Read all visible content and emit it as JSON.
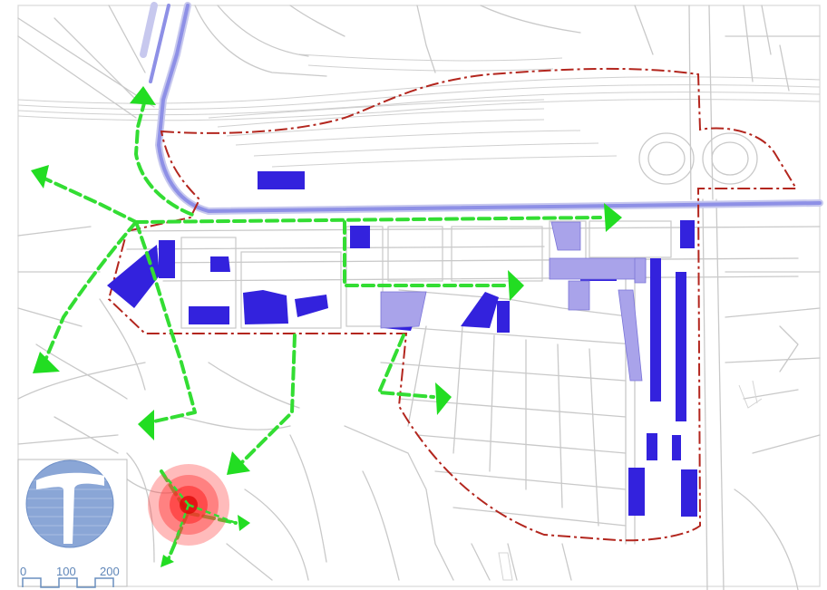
{
  "map": {
    "scale_bar": {
      "ticks": [
        "0",
        "100",
        "200"
      ]
    },
    "colors": {
      "boundary": "#b3261e",
      "route": "#33dd33",
      "building": "#3322dd",
      "building_light": "#a9a3ea",
      "main_road": "#8e90e6",
      "hazard": "#ff3b3b",
      "logo": "#8aa6d6"
    },
    "legend_icon": "hammer-logo-icon"
  }
}
